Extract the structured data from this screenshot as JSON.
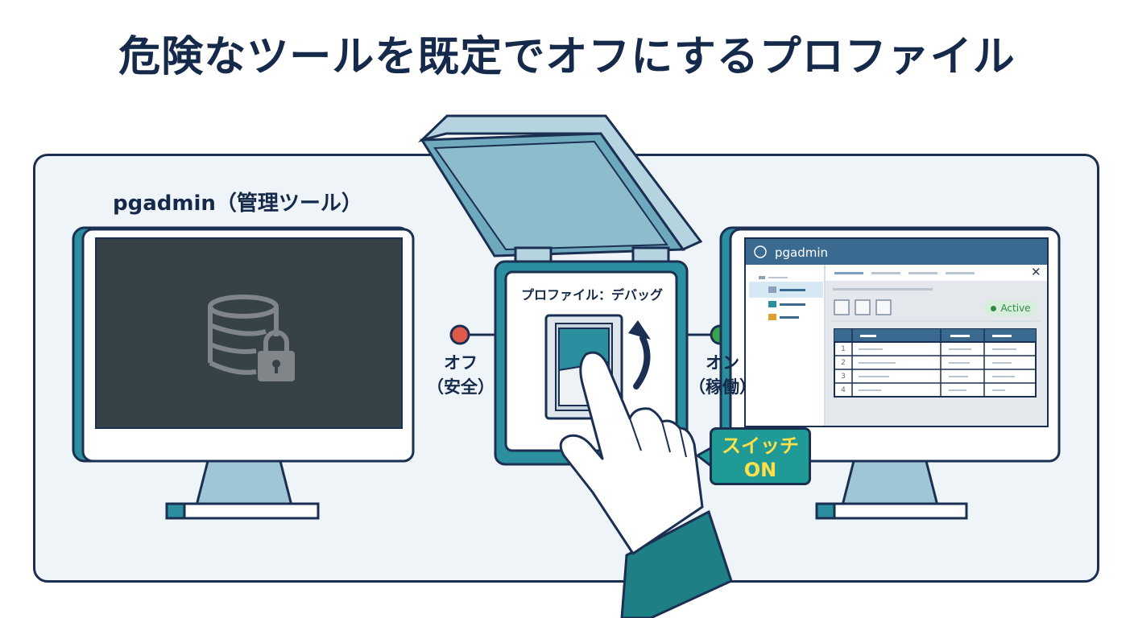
{
  "title": "危険なツールを既定でオフにするプロファイル",
  "left_panel": {
    "label": "pgadmin（管理ツール）"
  },
  "switch_box": {
    "profile_label": "プロファイル：デバッグ"
  },
  "states": {
    "off_line1": "オフ",
    "off_line2": "（安全）",
    "on_line1": "オン",
    "on_line2": "（稼働）"
  },
  "app_window": {
    "title": "pgadmin",
    "status": "Active",
    "row_numbers": [
      "1",
      "2",
      "3",
      "4"
    ]
  },
  "callout": {
    "line1": "スイッチ",
    "line2": "ON"
  },
  "colors": {
    "navy": "#1a2f52",
    "teal": "#2c8fa0",
    "off_dot": "#e05a4a",
    "on_dot": "#3aa64a",
    "callout_bg": "#1f9a96",
    "callout_text": "#ffe04a"
  }
}
